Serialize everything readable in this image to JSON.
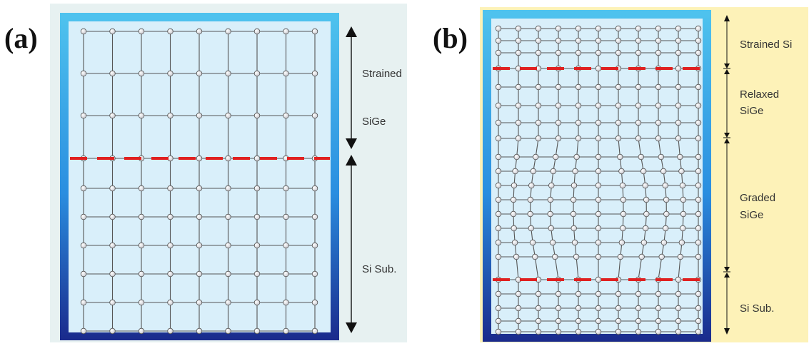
{
  "panels": [
    {
      "id": "a",
      "label": "(a)",
      "layers": [
        {
          "name": "strained",
          "text_lines": [
            "Strained",
            "SiGe"
          ]
        },
        {
          "name": "substrate",
          "text_lines": [
            "Si Sub."
          ]
        }
      ]
    },
    {
      "id": "b",
      "label": "(b)",
      "layers": [
        {
          "name": "strained-si",
          "text_lines": [
            "Strained Si"
          ]
        },
        {
          "name": "relaxed",
          "text_lines": [
            "Relaxed",
            "SiGe"
          ]
        },
        {
          "name": "graded",
          "text_lines": [
            "Graded",
            "SiGe"
          ]
        },
        {
          "name": "substrate",
          "text_lines": [
            "Si Sub."
          ]
        }
      ]
    }
  ],
  "colors": {
    "frame_top": "#4fc3ee",
    "frame_bottom": "#1a2a8c",
    "lattice_fill": "#d9effa",
    "background_a": "#e7f1f1",
    "background_b": "#fdf2b8",
    "interface_line": "#e02020",
    "atom": "#ffffff"
  }
}
